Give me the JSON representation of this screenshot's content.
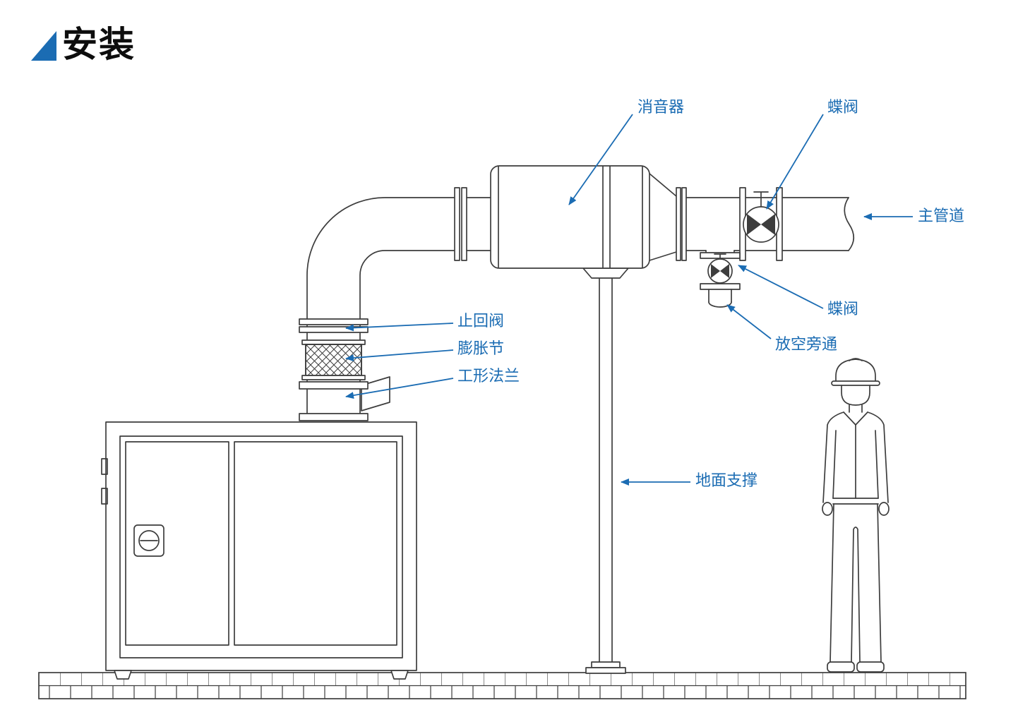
{
  "title": {
    "text": "安装"
  },
  "colors": {
    "accent_blue": "#1b6cb3",
    "line": "#3d3d3d",
    "background": "#ffffff"
  },
  "labels": {
    "silencer": "消音器",
    "butterfly_valve_main": "蝶阀",
    "main_pipe": "主管道",
    "butterfly_valve_bypass": "蝶阀",
    "blowoff_bypass": "放空旁通",
    "check_valve": "止回阀",
    "expansion_joint": "膨胀节",
    "i_shaped_flange": "工形法兰",
    "ground_support": "地面支撑"
  }
}
